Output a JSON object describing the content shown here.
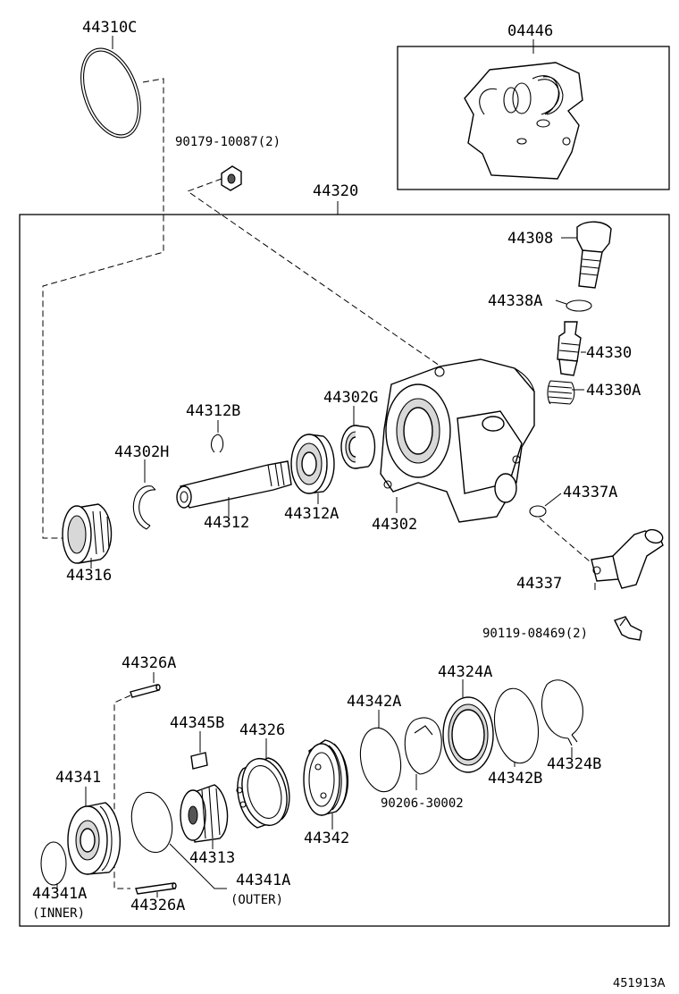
{
  "diagram": {
    "labels": {
      "p44310C": "44310C",
      "p04446": "04446",
      "p90179": "90179-10087(2)",
      "p44320": "44320",
      "p44308": "44308",
      "p44338A": "44338A",
      "p44330": "44330",
      "p44330A": "44330A",
      "p44302G": "44302G",
      "p44312B": "44312B",
      "p44302H": "44302H",
      "p44312": "44312",
      "p44312A": "44312A",
      "p44302": "44302",
      "p44337A": "44337A",
      "p44316": "44316",
      "p44337": "44337",
      "p90119": "90119-08469(2)",
      "p44326A_top": "44326A",
      "p44324A": "44324A",
      "p44342A": "44342A",
      "p44345B": "44345B",
      "p44326": "44326",
      "p44341": "44341",
      "p44342B": "44342B",
      "p44324B": "44324B",
      "p90206": "90206-30002",
      "p44342": "44342",
      "p44313": "44313",
      "p44341A_outer": "44341A",
      "outer_note": "(OUTER)",
      "p44341A_inner": "44341A",
      "inner_note": "(INNER)",
      "p44326A_bottom": "44326A"
    },
    "catalog_code": "451913A"
  }
}
